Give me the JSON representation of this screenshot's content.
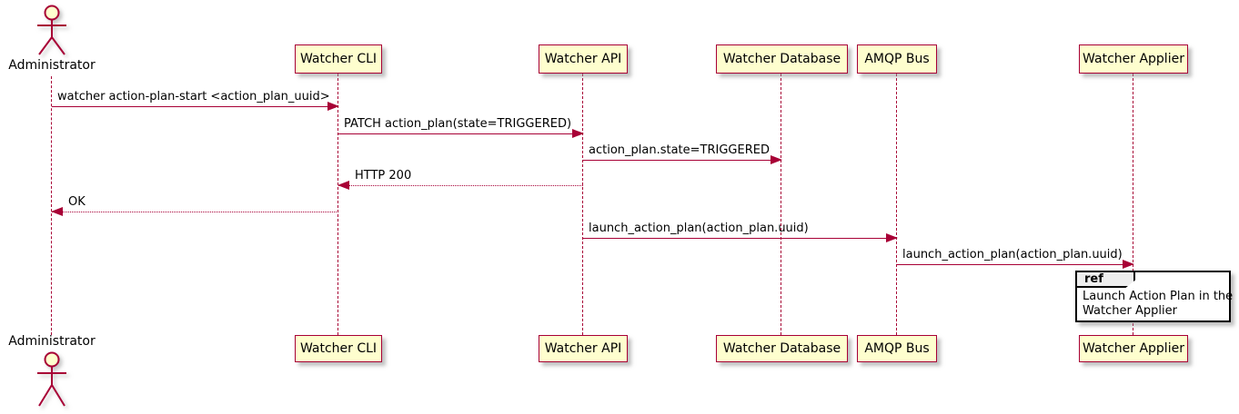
{
  "diagram": {
    "type": "plantuml-sequence",
    "colors": {
      "participant_fill": "#FEFECE",
      "line_and_border": "#A80036",
      "text": "#000000",
      "ref_header_fill": "#EEEEEE",
      "ref_border": "#000000",
      "background": "#FFFFFF"
    },
    "actor": {
      "name": "Administrator"
    },
    "participants": [
      {
        "label": "Watcher CLI"
      },
      {
        "label": "Watcher API"
      },
      {
        "label": "Watcher Database"
      },
      {
        "label": "AMQP Bus"
      },
      {
        "label": "Watcher Applier"
      }
    ],
    "messages": [
      {
        "label": "watcher action-plan-start <action_plan_uuid>",
        "from": "Administrator",
        "to": "Watcher CLI",
        "style": "solid"
      },
      {
        "label": "PATCH action_plan(state=TRIGGERED)",
        "from": "Watcher CLI",
        "to": "Watcher API",
        "style": "solid"
      },
      {
        "label": "action_plan.state=TRIGGERED",
        "from": "Watcher API",
        "to": "Watcher Database",
        "style": "solid"
      },
      {
        "label": "HTTP 200",
        "from": "Watcher API",
        "to": "Watcher CLI",
        "style": "dotted-return"
      },
      {
        "label": "OK",
        "from": "Watcher CLI",
        "to": "Administrator",
        "style": "dotted-return"
      },
      {
        "label": "launch_action_plan(action_plan.uuid)",
        "from": "Watcher API",
        "to": "AMQP Bus",
        "style": "solid"
      },
      {
        "label": "launch_action_plan(action_plan.uuid)",
        "from": "AMQP Bus",
        "to": "Watcher Applier",
        "style": "solid"
      }
    ],
    "ref": {
      "keyword": "ref",
      "line1": "Launch Action Plan in the",
      "line2": "Watcher Applier"
    }
  }
}
